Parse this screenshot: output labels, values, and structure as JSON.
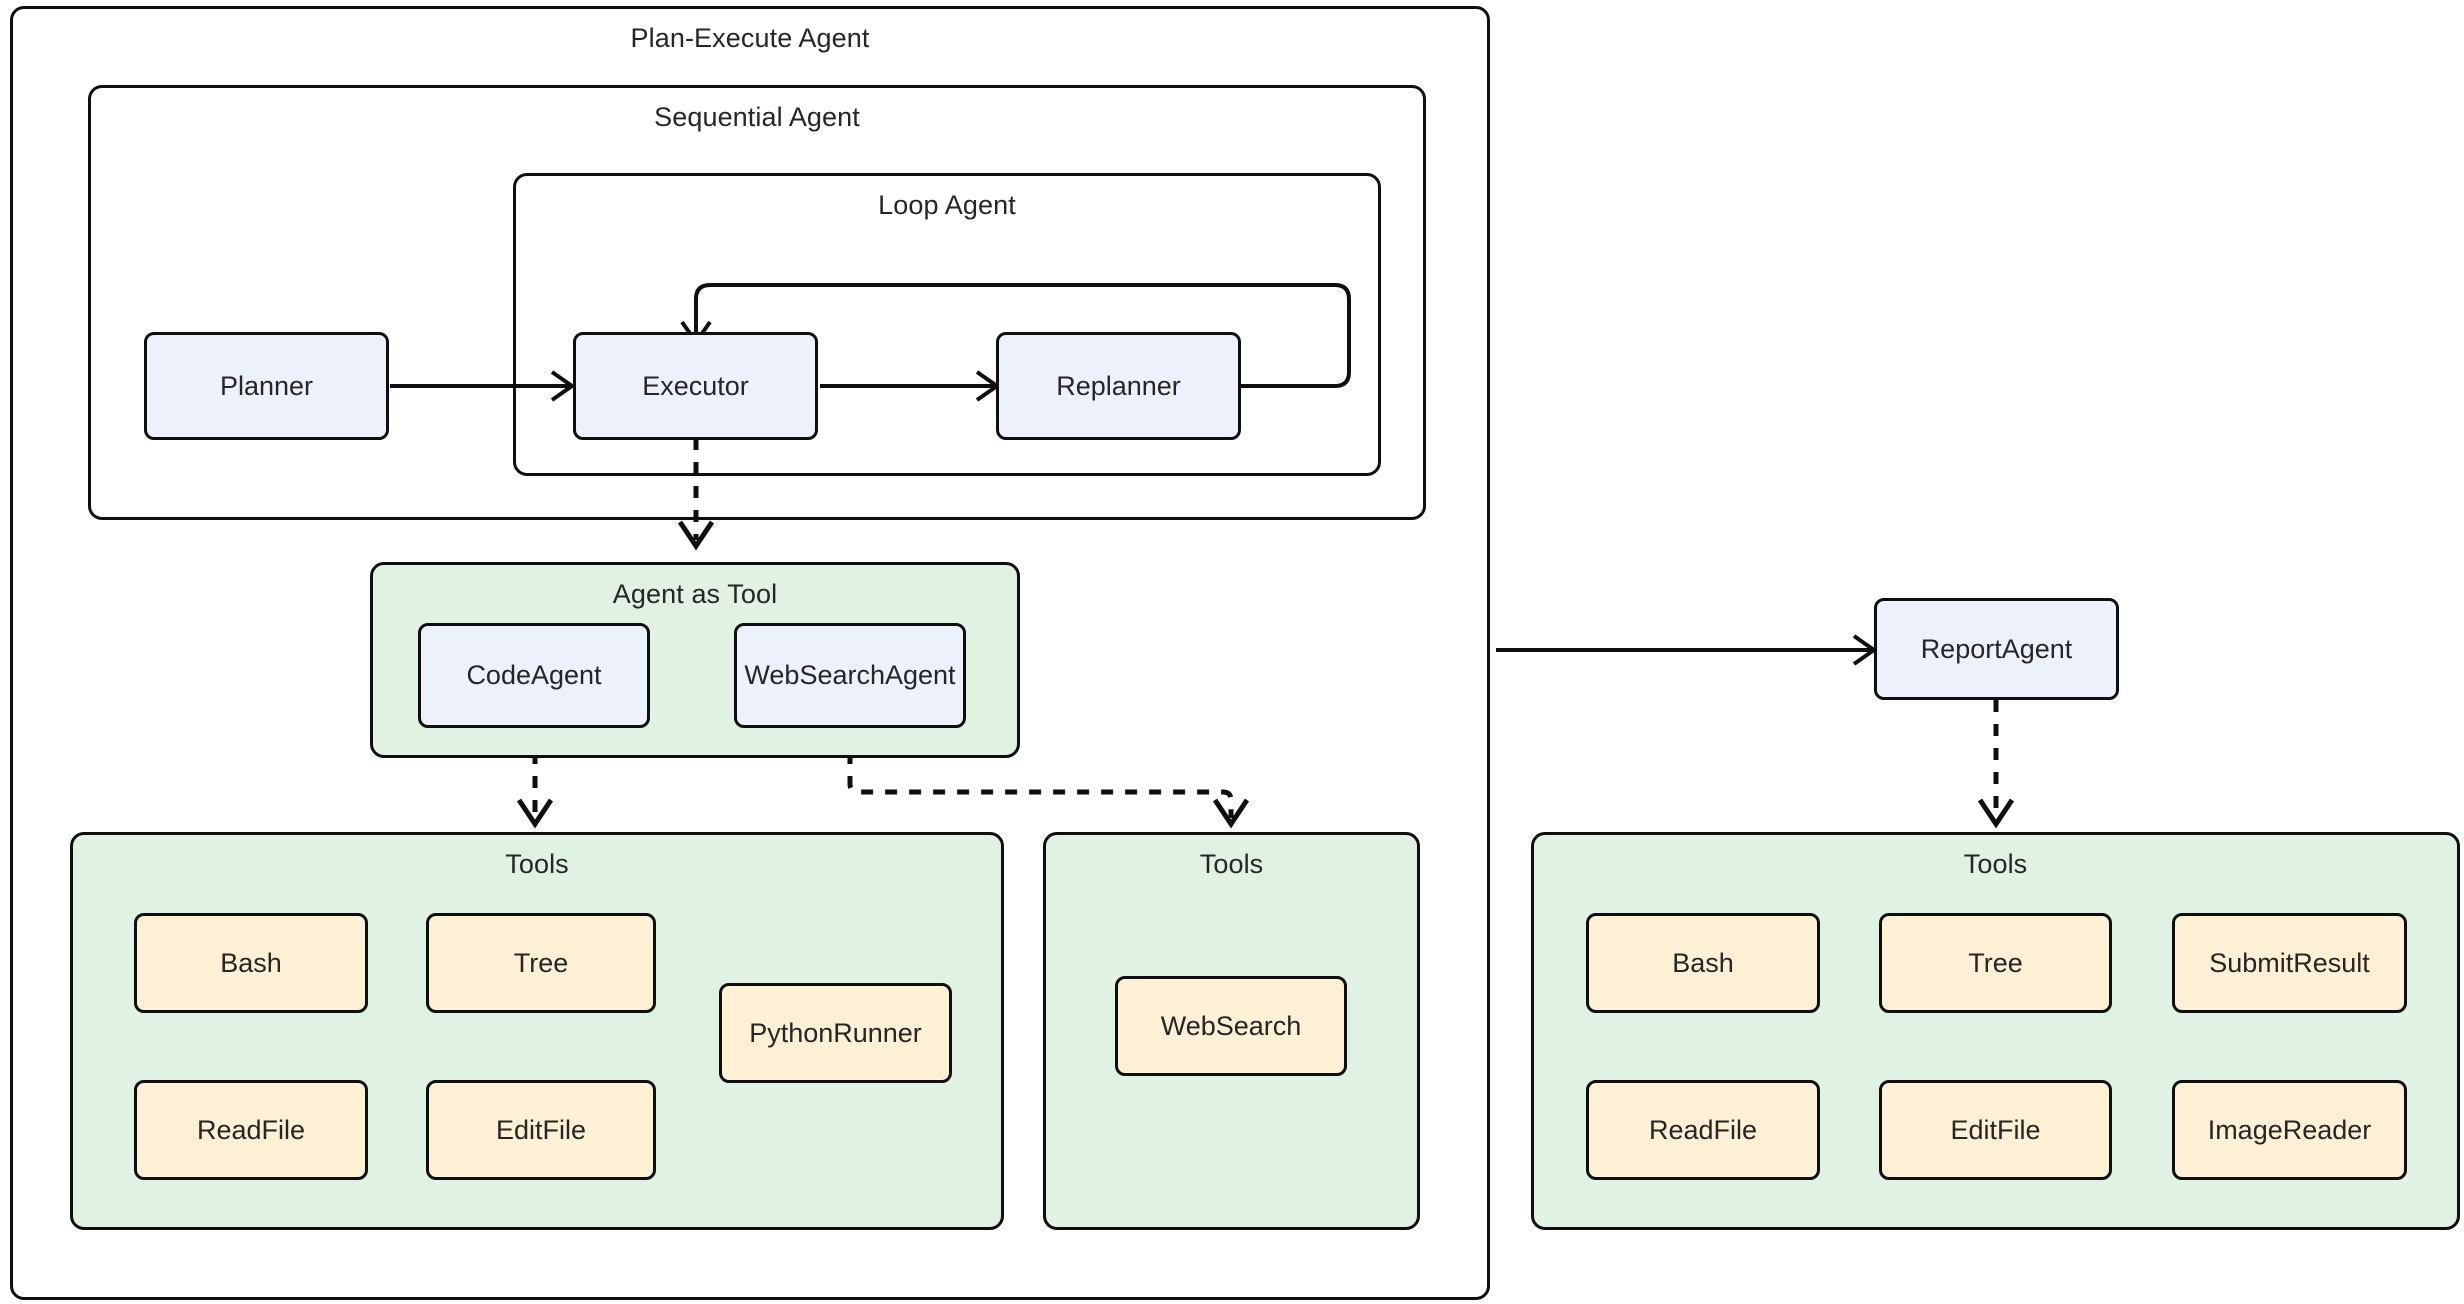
{
  "diagram": {
    "title": "Plan-Execute Agent",
    "groups": {
      "plan_execute_agent": "Plan-Execute Agent",
      "sequential_agent": "Sequential Agent",
      "loop_agent": "Loop Agent",
      "agent_as_tool": "Agent as Tool",
      "tools_code": "Tools",
      "tools_websearch": "Tools",
      "tools_report": "Tools"
    },
    "agents": {
      "planner": "Planner",
      "executor": "Executor",
      "replanner": "Replanner",
      "code_agent": "CodeAgent",
      "web_search_agent": "WebSearchAgent",
      "report_agent": "ReportAgent"
    },
    "tools_code_agent": [
      "Bash",
      "Tree",
      "PythonRunner",
      "ReadFile",
      "EditFile"
    ],
    "tools_web_search_agent": [
      "WebSearch"
    ],
    "tools_report_agent": [
      "Bash",
      "Tree",
      "SubmitResult",
      "ReadFile",
      "EditFile",
      "ImageReader"
    ],
    "colors": {
      "agent_fill": "#edf1fb",
      "tool_fill": "#fdf0d4",
      "group_fill": "#dff2e4",
      "stroke": "#0f0f0f",
      "text": "#262626",
      "background": "#ffffff"
    },
    "edges": [
      {
        "from": "Planner",
        "to": "Executor",
        "style": "solid"
      },
      {
        "from": "Executor",
        "to": "Replanner",
        "style": "solid"
      },
      {
        "from": "Replanner",
        "to": "Executor",
        "style": "solid",
        "kind": "loop-back"
      },
      {
        "from": "Executor",
        "to": "Agent as Tool",
        "style": "dashed"
      },
      {
        "from": "CodeAgent",
        "to": "Tools",
        "style": "dashed"
      },
      {
        "from": "WebSearchAgent",
        "to": "Tools",
        "style": "dashed"
      },
      {
        "from": "Plan-Execute Agent",
        "to": "ReportAgent",
        "style": "solid"
      },
      {
        "from": "ReportAgent",
        "to": "Tools",
        "style": "dashed"
      }
    ]
  }
}
